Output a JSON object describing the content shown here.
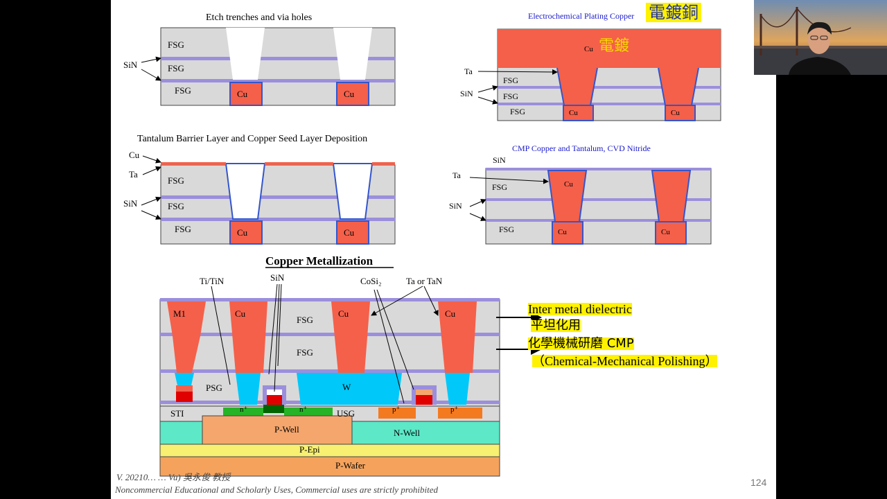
{
  "slide": {
    "title_etch": "Etch trenches and via holes",
    "title_plating": "Electrochemical Plating Copper",
    "plating_note_cn": "電鍍銅",
    "plating_note_cn2": "電鍍",
    "title_barrier": "Tantalum Barrier Layer and Copper Seed Layer Deposition",
    "title_cmp": "CMP Copper and Tantalum, CVD Nitride",
    "title_main": "Copper Metallization",
    "labels": {
      "fsg": "FSG",
      "sin": "SiN",
      "cu": "Cu",
      "ta": "Ta",
      "psg": "PSG",
      "sti": "STI",
      "usg": "USG",
      "w": "W",
      "m1": "M1",
      "n_plus": "n⁺",
      "p_plus": "p⁺",
      "p_well": "P-Well",
      "n_well": "N-Well",
      "p_epi": "P-Epi",
      "p_wafer": "P-Wafer",
      "ti_tin": "Ti/TiN",
      "cosi2": "CoSi₂",
      "ta_or_tan": "Ta or TaN"
    },
    "notes": {
      "imd": "Inter metal dielectric",
      "planarize": "平坦化用",
      "cmp_cn": "化學機械研磨 CMP",
      "cmp_en": "（Chemical-Mechanical Polishing）"
    },
    "footer_line1": "V. 20210… … Vu) 吳永俊 教授",
    "footer_line2": "Noncommercial Educational and Scholarly Uses, Commercial uses are strictly prohibited",
    "page_number": "124"
  },
  "colors": {
    "oxide": "#d9d9d9",
    "nitride": "#9b8fdc",
    "copper": "#f4604a",
    "tantalum": "#3355cc",
    "tungsten": "#00c8f8",
    "highlight": "#fff200",
    "p_well": "#f5a66d",
    "n_well": "#5de8c8",
    "p_epi": "#f8f070",
    "p_wafer": "#f5a35c"
  }
}
